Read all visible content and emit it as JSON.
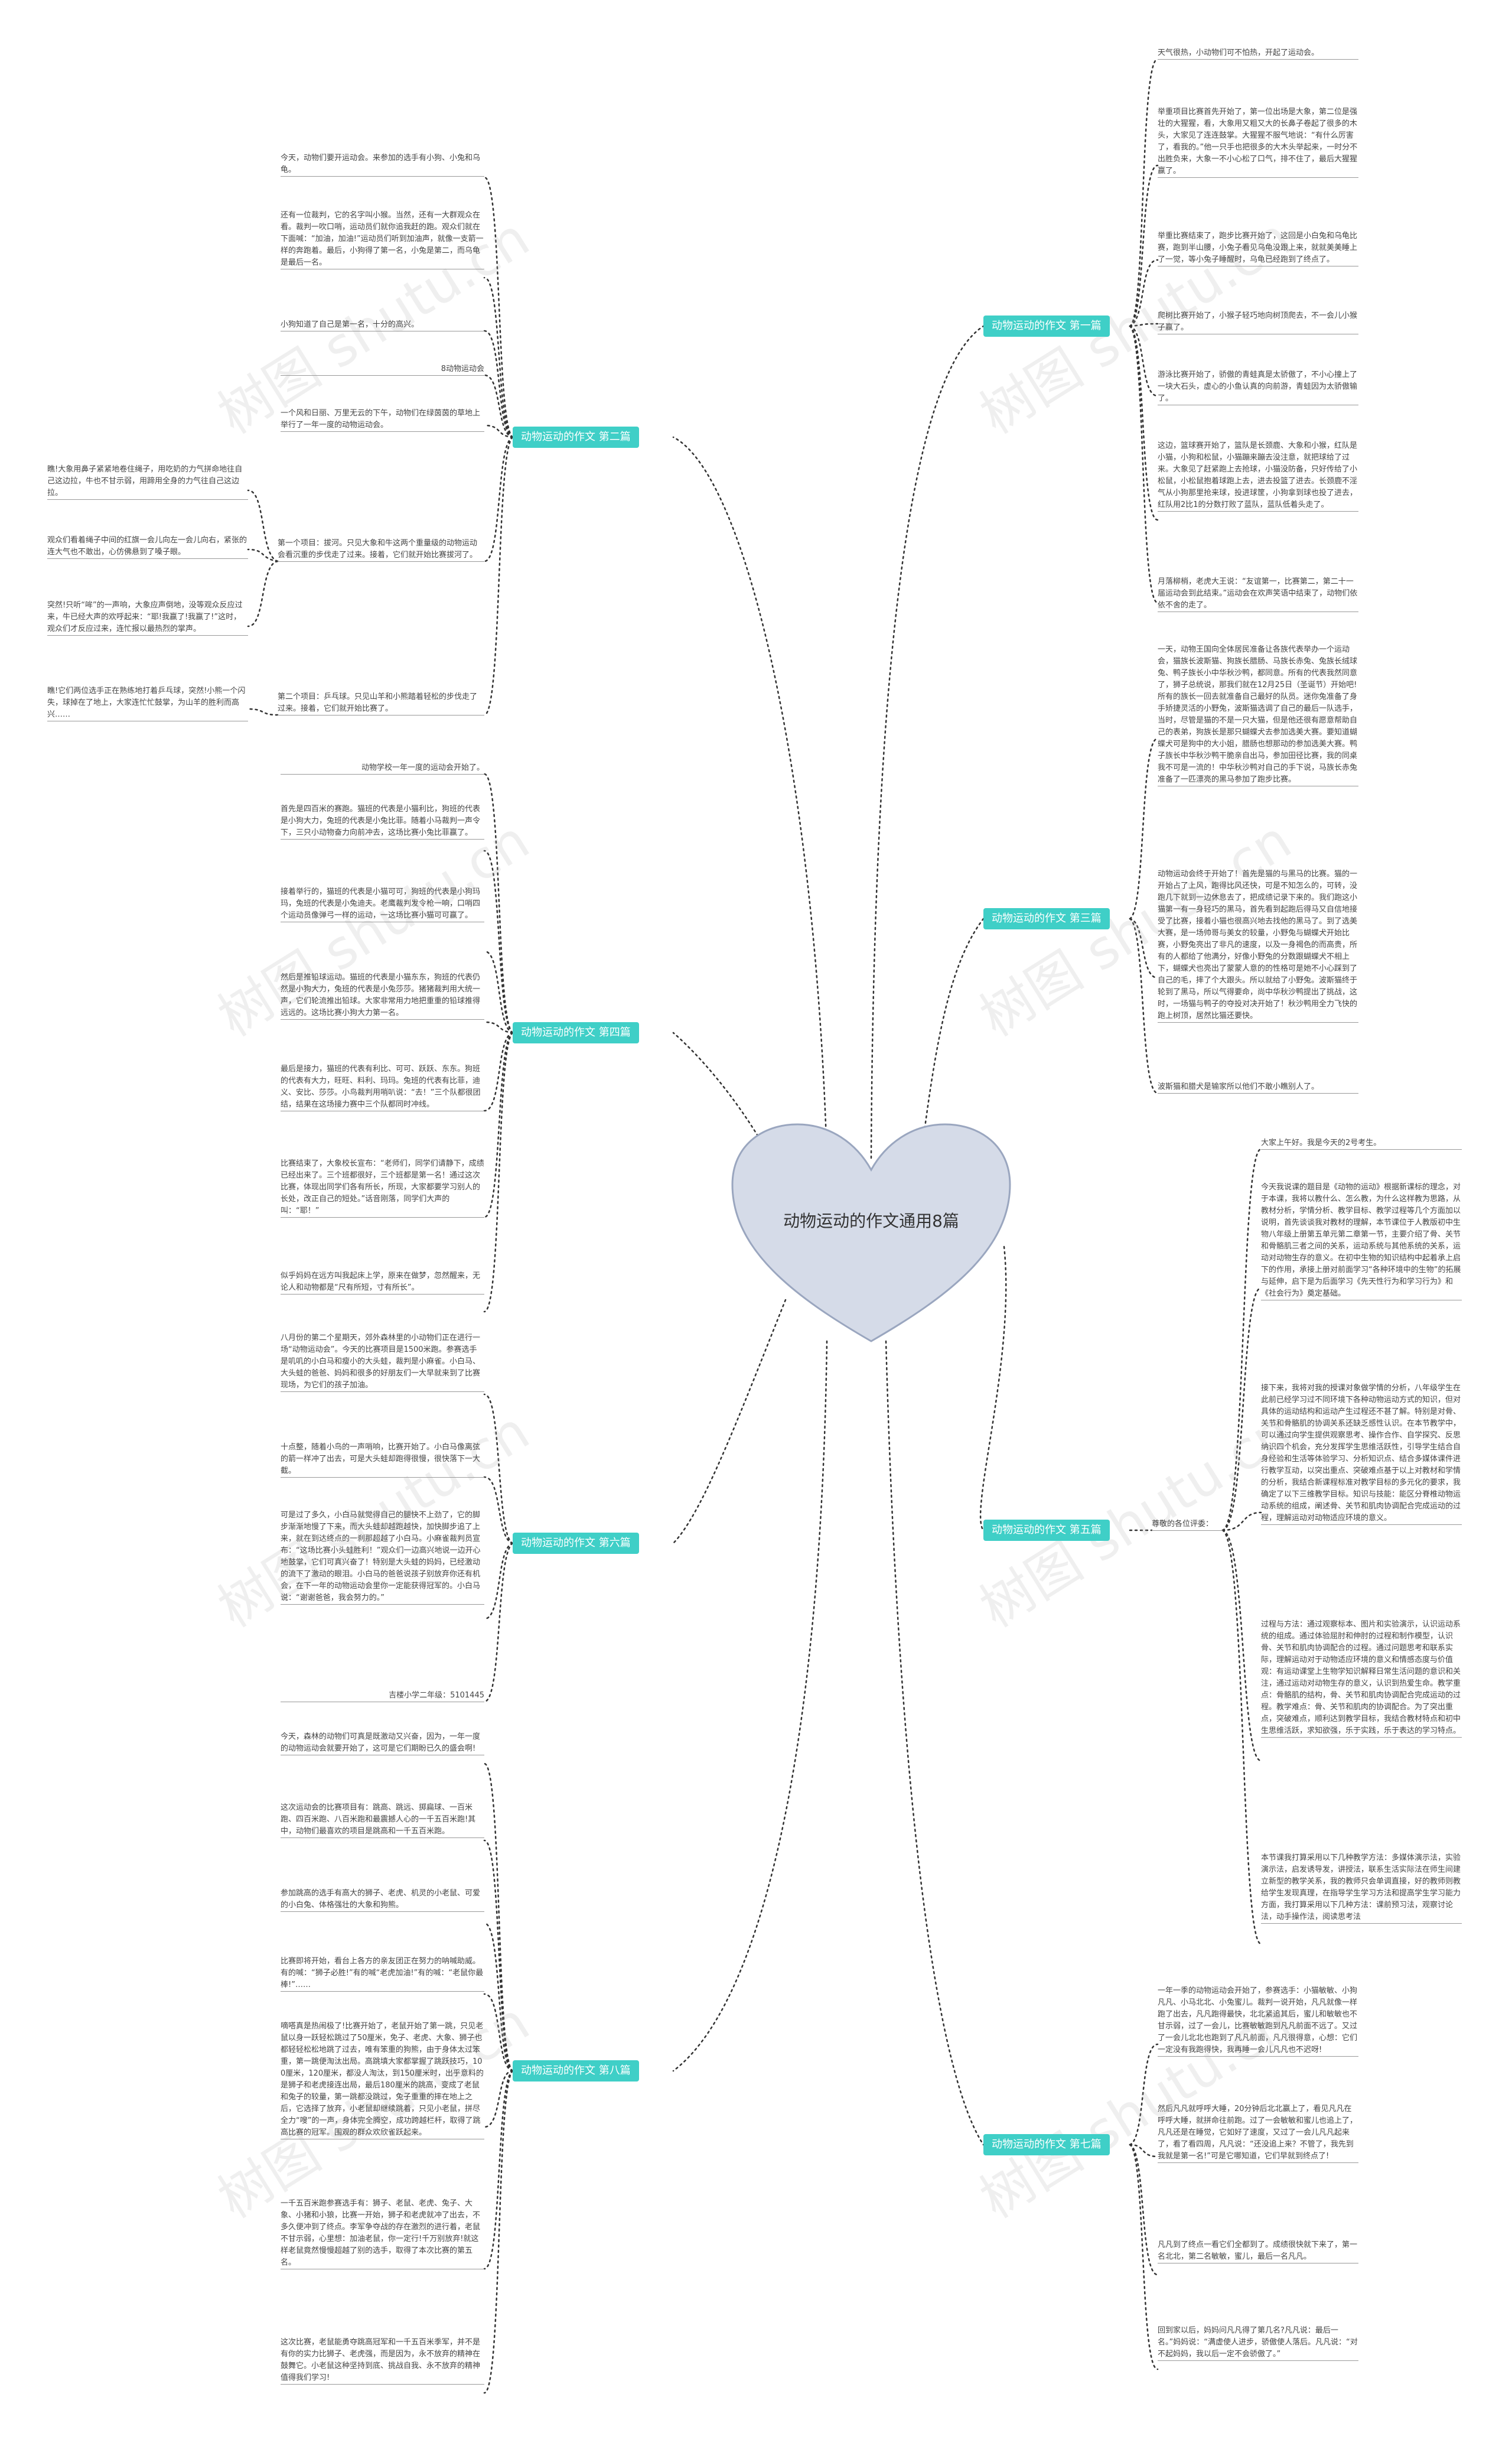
{
  "center_title": "动物运动的作文通用8篇",
  "watermark_text": "树图 shutu.cn",
  "colors": {
    "branch": "#3fcfc7",
    "center_fill": "#d5dbe8",
    "center_stroke": "#9aa6bf",
    "line": "#333333"
  },
  "branches": {
    "b1": {
      "label": "动物运动的作文 第一篇",
      "leaves": [
        "天气很热，小动物们可不怕热，开起了运动会。",
        "举重项目比赛首先开始了，第一位出场是大象，第二位是强壮的大猩猩，看，大象用又粗又大的长鼻子卷起了很多的木头，大家见了连连鼓掌。大猩猩不服气地说：“有什么厉害了，看我的。”他一只手也把很多的大木头举起来，一时分不出胜负来，大象一不小心松了口气，排不住了，最后大猩猩赢了。",
        "举重比赛结束了，跑步比赛开始了，这回是小白兔和乌龟比赛，跑到半山腰，小兔子看见乌龟没跟上来，就就美美睡上了一觉，等小兔子睡醒时，乌龟已经跑到了终点了。",
        "爬树比赛开始了，小猴子轻巧地向树顶爬去，不一会儿小猴子赢了。",
        "游泳比赛开始了，骄傲的青蛙真是太骄傲了，不小心撞上了一块大石头，虚心的小鱼认真的向前游，青蛙因为太骄傲输了。",
        "这边，篮球赛开始了，篮队是长颈鹿、大象和小猴，红队是小猫，小狗和松鼠，小猫蹦来蹦去没注意，就把球给了过来。大象见了赶紧跑上去抢球，小猫没防备，只好传给了小松鼠，小松鼠抱着球跑上去，进去投篮了进去。长颈鹿不淫气从小狗那里抢来球，投进球筐，小狗拿到球也投了进去，红队用2比1的分数打败了蓝队，蓝队低着头走了。",
        "月落柳梢，老虎大王说：“友谊第一，比赛第二，第二十一届运动会到此结束。”运动会在欢声笑语中结束了，动物们依依不舍的走了。"
      ]
    },
    "b2": {
      "label": "动物运动的作文 第二篇",
      "leaves": [
        "今天，动物们要开运动会。来参加的选手有小狗、小兔和乌龟。",
        "还有一位裁判，它的名字叫小猴。当然，还有一大群观众在看。裁判一吹口哨，运动员们就你追我赶的跑。观众们就在下面喊：“加油，加油!”运动员们听到加油声，就像一支箭一样的奔跑着。最后，小狗得了第一名，小兔是第二，而乌龟是最后一名。",
        "小狗知道了自己是第一名，十分的高兴。",
        "8动物运动会",
        "一个风和日丽、万里无云的下午，动物们在绿茵茵的草地上举行了一年一度的动物运动会。",
        "第一个项目：拔河。只见大象和牛这两个重量级的动物运动会看沉重的步伐走了过来。接着，它们就开始比赛拔河了。",
        "第二个项目：乒乓球。只见山羊和小熊踏着轻松的步伐走了过来。接着，它们就开始比赛了。"
      ],
      "subleaves": [
        "瞧!大象用鼻子紧紧地卷住绳子，用吃奶的力气拼命地往自己这边拉，牛也不甘示弱，用蹄用全身的力气往自己这边拉。",
        "观众们看着绳子中间的红旗一会儿向左一会儿向右，紧张的连大气也不敢出，心仿佛悬到了嗓子眼。",
        "突然!只听“哞”的一声响，大象应声倒地，没等观众反应过来，牛已经大声的欢呼起来：“耶!我赢了!我赢了!”这时，观众们才反应过来，连忙报以最热烈的掌声。",
        "瞧!它们两位选手正在熟练地打着乒乓球，突然!小熊一个闪失，球掉在了地上，大家连忙忙鼓掌，为山羊的胜利而高兴……"
      ]
    },
    "b3": {
      "label": "动物运动的作文 第三篇",
      "leaves": [
        "一天，动物王国向全体居民准备让各族代表举办一个运动会，猫族长波斯猫、狗族长腊肠、马族长赤兔、兔族长绒球兔、鸭子族长小中华秋沙鸭，都同意。所有的代表我然同意了，狮子总统说，那我们就在12月25日（圣诞节）开始吧!所有的族长一回去就准备自己最好的队员。迷你兔准备了身手矫捷灵活的小野兔，波斯猫选调了自己的最后一队选手，当时，尽管是猫的不是一只大猫，但是他还很有愿意帮助自己的表弟，狗族长是那只蝴蝶犬去参加选美大赛。要知道蝴蝶犬可是狗中的大小姐，腊肠也想那动的参加选美大赛。鸭子族长中华秋沙鸭干脆亲自出马，参加田径比赛，我的同桌我不可是一流的！中华秋沙鸭对自己的手下说，马族长赤兔准备了一匹漂亮的黑马参加了跑步比赛。",
        "动物运动会终于开始了！首先是猫的与黑马的比赛。猫的一开始占了上风，跑得比风还快，可是不知怎么的，可转，没跑几下就到一边休息去了，把成绩记录下来的。我们跑这小猫第一有一身轻巧的黑马，首先看到起跑后得马又自信地接受了比赛，接着小猫也很高兴地去找他的黑马了。到了选美大赛，是一场帅哥与美女的较量，小野兔与蝴蝶犬开始比赛，小野兔亮出了非凡的速度，以及一身褐色的而高贵，所有的人都给了他满分，好像小野兔的分数跟蝴蝶犬不相上下，蝴蝶犬也亮出了蒙蒙人意的的性格可是她不小心踩到了自己的毛，摔了个大跟头。所以就给了小野兔。波斯猫终于轮到了黑马，所以气得要命，尚中华秋沙鸭提出了挑战，这时，一场猫与鸭子的夺投对决开始了！秋沙鸭用全力飞快的跑上树顶，居然比猫还要快。",
        "波斯猫和腊犬是输家所以他们不敢小瞧别人了。"
      ]
    },
    "b4": {
      "label": "动物运动的作文 第四篇",
      "leaves": [
        "动物学校一年一度的运动会开始了。",
        "首先是四百米的赛跑。猫班的代表是小猫利比，狗班的代表是小狗大力，兔班的代表是小兔比菲。随着小马裁判一声令下，三只小动物奋力向前冲去，这场比赛小兔比菲赢了。",
        "接着举行的，猫班的代表是小猫可可，狗班的代表是小狗玛玛，兔班的代表是小兔迪夫。老鹰裁判发令枪一响，口哨四个运动员像弹弓一样的运动，一这场比赛小猫可可赢了。",
        "然后是推铅球运动。猫班的代表是小猫东东，狗班的代表仍然是小狗大力，兔班的代表是小兔莎莎。猪猪裁判用大统一声，它们轮流推出铅球。大家非常用力地把重重的铅球推得远远的。这场比赛小狗大力第一名。",
        "最后是接力，猫班的代表有利比、可可、跃跃、东东。狗班的代表有大力，旺旺、料利、玛玛。兔班的代表有比菲，迪义、安比、莎莎。小鸟裁判用哨叭说：“去！”三个队都很团结，结果在这场接力赛中三个队都同时冲线。",
        "比赛结束了，大象校长宣布：“老师们，同学们请静下，成绩已经出来了。三个班都很好，三个班都是第一名！通过这次比赛，体现出同学们各有所长，所现，大家都要学习别人的长处，改正自己的短处。”话音刚落，同学们大声的叫：“耶！”",
        "似乎妈妈在远方叫我起床上学，原来在做梦，忽然醒来，无论人和动物都是“尺有所短，寸有所长”。"
      ]
    },
    "b5": {
      "label": "动物运动的作文 第五篇",
      "leaves": [
        "尊敬的各位评委："
      ],
      "subleaves": [
        "大家上午好。我是今天的2号考生。",
        "今天我说课的题目是《动物的运动》根据新课标的理念，对于本课，我将以教什么、怎么教，为什么这样教为思路，从教材分析，学情分析、教学目标、教学过程等几个方面加以说明，首先谈谈我对教材的理解，本节课位于人教版初中生物八年级上册第五单元第二章第一节，主要介绍了骨、关节和骨骼肌三者之间的关系，运动系统与其他系统的关系，运动对动物生存的意义。在初中生物的知识结构中起着承上启下的作用，承接上册对前面学习“各种环境中的生物”的拓展与延伸，启下是为后面学习《先天性行为和学习行为》和《社会行为》奠定基础。",
        "接下来，我将对我的授课对象做学情的分析，八年级学生在此前已经学习过不同环境下各种动物运动方式的知识，但对具体的运动结构和运动产生过程还不甚了解。特别是对骨、关节和骨骼肌的协调关系还缺乏感性认识。在本节教学中，可以通过向学生提供观察思考、操作合作、自学探究、反思纳识四个机会，充分发挥学生思维活跃性，引导学生结合自身经验和生活等体验学习、分析知识点、结合多媒体课件进行教学互动，以突出重点、突破难点基于以上对教材和学情的分析，我结合新课程标准对教学目标的多元化的要求，我确定了以下三维教学目标。知识与技能：能区分脊椎动物运动系统的组成，阐述骨、关节和肌肉协调配合完成运动的过程，理解运动对动物适应环境的意义。",
        "过程与方法：通过观察标本、图片和实验演示，认识运动系统的组成。通过体验屈肘和伸肘的过程和制作模型，认识骨、关节和肌肉协调配合的过程。通过问题思考和联系实际，理解运动对于动物适应环境的意义和情感态度与价值观：有运动课堂上生物学知识解释日常生活问题的意识和关注，通过运动对动物生存的意义，认识到热爱生命。教学重点：骨骼肌的结构，骨、关节和肌肉协调配合完成运动的过程。教学难点：骨、关节和肌肉的协调配合。为了突出重点，突破难点，顺利达到教学目标，我结合教材特点和初中生思维活跃，求知欲强，乐于实践，乐于表达的学习特点。",
        "本节课我打算采用以下几种教学方法：多媒体演示法，实验演示法，启发诱导发，讲授法，联系生活实际法在师生间建立新型的教学关系，我的教师只会单调直接，好的教师则教给学生发现真理，在指导学生学习方法和提高学生学习能力方面，我打算采用以下几种方法：课前预习法，观察讨论法，动手操作法，阅读思考法"
      ]
    },
    "b6": {
      "label": "动物运动的作文 第六篇",
      "leaves": [
        "八月份的第二个星期天，郊外森林里的小动物们正在进行一场“动物运动会”。今天的比赛项目是1500米跑。参赛选手是叽叽的小白马和瘦小的大头蛙，裁判是小麻雀。小白马、大头蛙的爸爸、妈妈和很多的好朋友们一大早就来到了比赛现场，为它们的孩子加油。",
        "十点整，随着小鸟的一声哨响，比赛开始了。小白马像离弦的箭一样冲了出去，可是大头蛙却跑得很慢，很快落下一大截。",
        "可是过了多久，小白马就觉得自己的腿快不上劲了，它的脚步渐渐地慢了下来，而大头蛙却越跑越快，加快脚步追了上来，就在到达终点的一刹那超越了小白马。小麻雀裁判员宣布：“这场比赛小头蛙胜利！”观众们一边高兴地说一边开心地鼓掌，它们可真兴奋了！特别是大头蛙的妈妈，已经激动的流下了激动的眼泪。小白马的爸爸说孩子别放弃你还有机会，在下一年的动物运动会里你一定能获得冠军的。小白马说：“谢谢爸爸，我会努力的。”",
        "吉楼小学二年级：5101445"
      ]
    },
    "b7": {
      "label": "动物运动的作文 第七篇",
      "leaves": [
        "一年一季的动物运动会开始了，参赛选手：小猫敏敏、小狗凡凡、小马北北、小兔蜜儿。裁判一说开始，凡凡就像一样跑了出去，凡凡跑得最快，北北紧追其后，蜜儿和敏敏也不甘示弱，过了一会儿，比赛敏敏跑到凡凡前面不远了。又过了一会儿北北也跑到了凡凡前面，凡凡很得意，心想：它们一定没有我跑得快，我再睡一会儿凡凡也不迟呀!",
        "然后凡凡就呼呼大睡，20分钟后北北赢上了，看见凡凡在呼呼大睡，就拼命往前跑。过了一会敏敏和蜜儿也追上了，凡凡还是在睡觉，它如好了速度，又过了一会儿凡凡起来了，看了看四周，凡凡说：“还没追上来？不管了，我先到我就是第一名!”可是它哪知道，它们早就到终点了!",
        "凡凡到了终点一看它们全都到了。成绩很快就下来了，第一名北北，第二名敏敏，蜜儿，最后一名凡凡。",
        "回到家以后，妈妈问凡凡得了第几名?凡凡说：最后一名。”妈妈说：“满虚使人进步，骄傲使人落后。凡凡说：“对不起妈妈，我以后一定不会骄傲了。”"
      ]
    },
    "b8": {
      "label": "动物运动的作文 第八篇",
      "leaves": [
        "今天，森林的动物们可真是既激动又兴奋，因为，一年一度的动物运动会就要开始了，这可是它们期盼已久的盛会啊!",
        "这次运动会的比赛项目有：跳高、跳远、掷扁球、一百米跑、四百米跑、八百米跑和最震撼人心的一千五百米跑!其中，动物们最喜欢的项目是跳高和一千五百米跑。",
        "参加跳高的选手有高大的狮子、老虎、机灵的小老鼠、可爱的小白兔、体格强壮的大象和狗熊。",
        "比赛即将开始，看台上各方的亲友团正在努力的呐喊助威。有的喊：“狮子必胜!”有的喊“老虎加油!”有的喊：“老鼠你最棒!”……",
        "嘀嗒真是热闹极了!比赛开始了，老鼠开始了第一跳，只见老鼠以身一跃轻松跳过了50厘米，免子、老虎、大象、狮子也都轻轻松松地跳了过去，唯有笨重的狗熊，由于身体太过笨重，第一跳便淘汰出局。高跳填大家都掌握了跳跃技巧，100厘米，120厘米，都没人淘汰，到150厘米时，出乎意料的是狮子和老虎接连出局，最后180厘米的跳高，变成了老鼠和兔子的较量，第一跳都没跳过，兔子重重的摔在地上之后，它选择了放弃，小老鼠却继续跳着，只见小老鼠，拼尽全力“嗖”的一声，身体完全腾空，成功跨越栏杆，取得了跳高比赛的冠军。围观的群众欢欣雀跃起来。",
        "一千五百米跑参赛选手有：狮子、老鼠、老虎、兔子、大象、小猪和小狼，比赛一开始，狮子和老虎就冲了出去，不多久便冲到了终点。李军争夺战的存在激烈的进行着，老鼠不甘示弱，心里想：加油老鼠，你一定行!千万别放弃!就这样老鼠竟然慢慢超越了别的选手，取得了本次比赛的第五名。",
        "这次比赛，老鼠能勇夺跳高冠军和一千五百米季军，并不是有你的实力比狮子、老虎强，而是因为，永不放弃的精神在鼓舞它。小老鼠这种坚持到底、挑战自我、永不放弃的精神值得我们学习!"
      ]
    }
  }
}
